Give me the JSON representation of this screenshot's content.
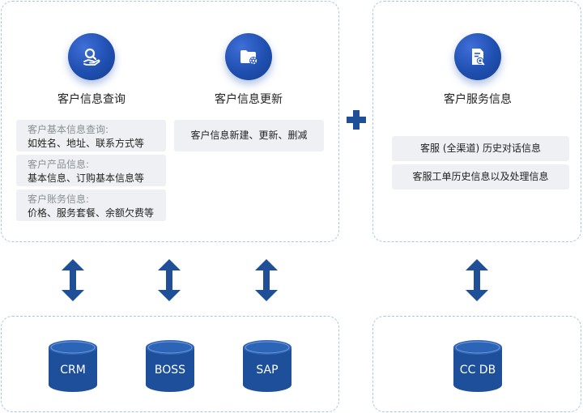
{
  "left_panel": {
    "query": {
      "icon": "hand-search-icon",
      "title": "客户信息查询",
      "cards": [
        {
          "sub": "客户基本信息查询:",
          "main": "如姓名、地址、联系方式等"
        },
        {
          "sub": "客户产品信息:",
          "main": "基本信息、订购基本信息等"
        },
        {
          "sub": "客户账务信息:",
          "main": "价格、服务套餐、余额欠费等"
        }
      ]
    },
    "update": {
      "icon": "folder-settings-icon",
      "title": "客户信息更新",
      "card": "客户信息新建、更新、删减"
    }
  },
  "right_panel": {
    "icon": "document-search-icon",
    "title": "客户服务信息",
    "cards": [
      "客服 (全渠道) 历史对话信息",
      "客服工单历史信息以及处理信息"
    ]
  },
  "databases": [
    "CRM",
    "BOSS",
    "SAP",
    "CC DB"
  ],
  "colors": {
    "primary": "#1f4fb0",
    "arrow": "#1f4f96",
    "card_bg": "#eef0f3",
    "dashed_border": "#a9c6e3"
  }
}
